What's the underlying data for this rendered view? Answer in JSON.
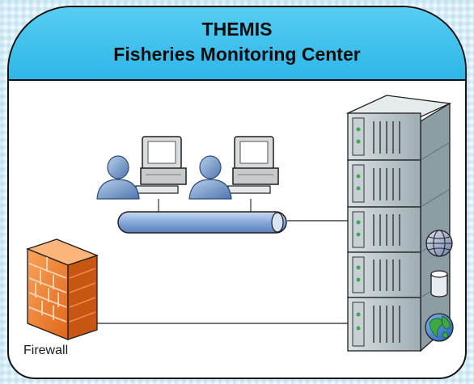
{
  "header": {
    "title": "THEMIS",
    "subtitle": "Fisheries Monitoring Center"
  },
  "firewall": {
    "label": "Firewall"
  },
  "icons": {
    "workstations": [
      "user-workstation-icon",
      "user-workstation-icon"
    ],
    "network_bus": "network-bus-icon",
    "server_rack": "server-rack-icon",
    "firewall": "brick-firewall-icon",
    "server_badges": [
      "web-globe-icon",
      "database-icon",
      "internet-globe-icon"
    ]
  },
  "colors": {
    "header": "#33bbec",
    "bus": "#7fa2d6",
    "firewall": "#f07a1e",
    "server": "#a9b7bd"
  }
}
